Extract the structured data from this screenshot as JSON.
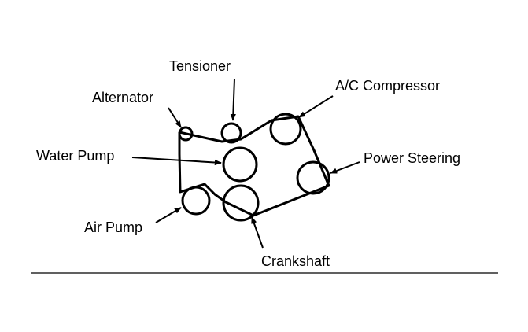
{
  "labels": {
    "tensioner": "Tensioner",
    "ac_compressor": "A/C Compressor",
    "alternator": "Alternator",
    "water_pump": "Water Pump",
    "power_steering": "Power Steering",
    "air_pump": "Air Pump",
    "crankshaft": "Crankshaft"
  },
  "colors": {
    "ink": "#000000",
    "background": "#ffffff"
  }
}
